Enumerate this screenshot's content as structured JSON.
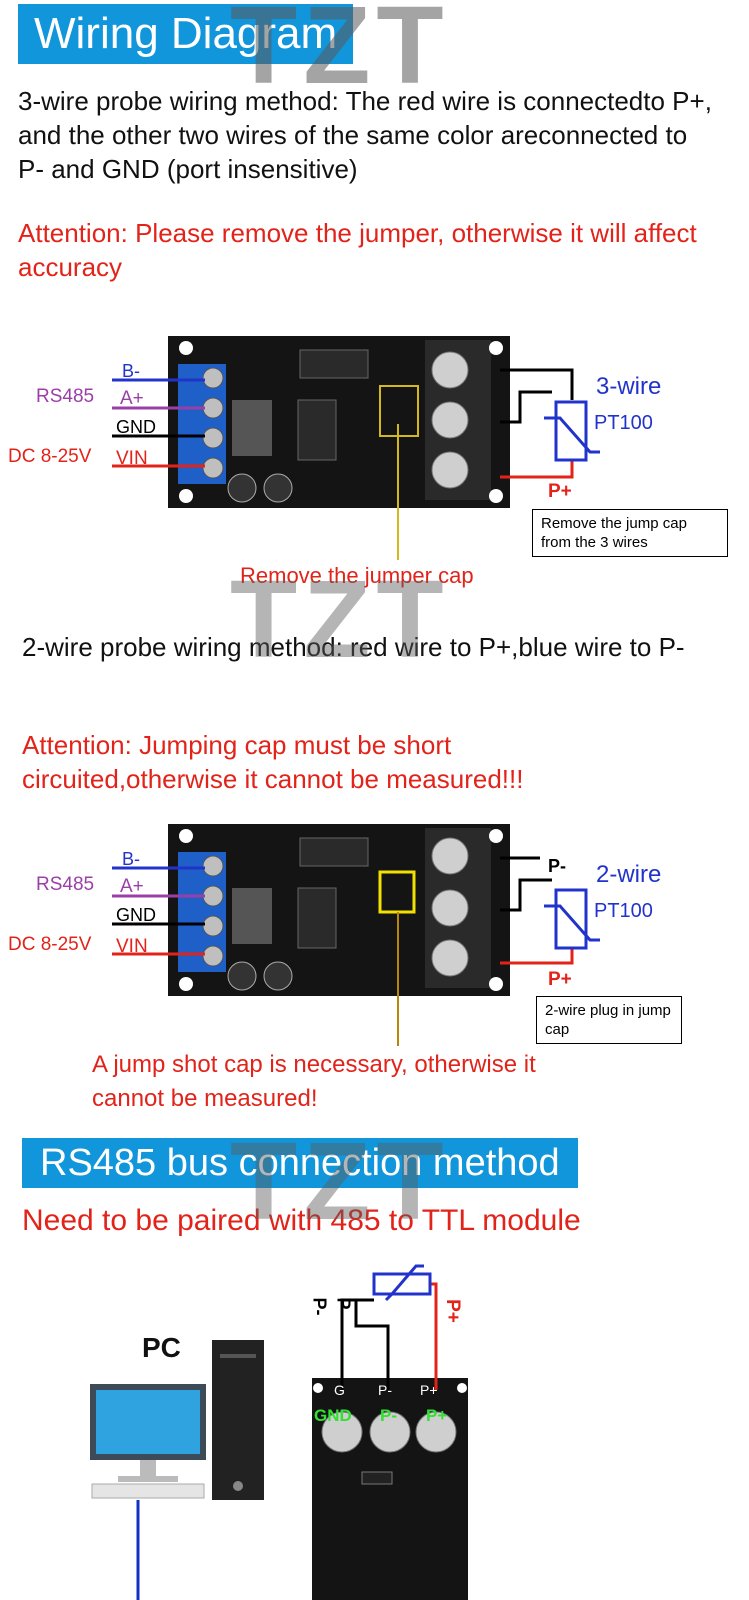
{
  "watermark": {
    "brand": "TZT"
  },
  "section1": {
    "banner_title": "Wiring Diagram",
    "description": "3-wire probe wiring method: The red wire is connectedto P+, and the other two wires of the same color areconnected to P- and GND (port insensitive)",
    "attention": "Attention: Please remove the jumper, otherwise it will affect accuracy"
  },
  "diagram1": {
    "labels": {
      "b_minus": "B-",
      "rs485": "RS485",
      "a_plus": "A+",
      "gnd": "GND",
      "dc": "DC 8-25V",
      "vin": "VIN"
    },
    "wire_type": "3-wire",
    "sensor": "PT100",
    "p_plus": "P+",
    "note": "Remove the jump cap from the 3 wires",
    "callout": "Remove the jumper cap"
  },
  "section2": {
    "description": "2-wire probe wiring method: red wire to P+,blue wire to P-",
    "attention": "Attention: Jumping cap must be short circuited,otherwise it cannot be measured!!!"
  },
  "diagram2": {
    "labels": {
      "b_minus": "B-",
      "rs485": "RS485",
      "a_plus": "A+",
      "gnd": "GND",
      "dc": "DC 8-25V",
      "vin": "VIN"
    },
    "p_minus": "P-",
    "wire_type": "2-wire",
    "sensor": "PT100",
    "p_plus": "P+",
    "note": "2-wire plug in jump cap",
    "callout": "A jump shot cap is necessary, otherwise it cannot be measured!"
  },
  "section3": {
    "banner_title": "RS485 bus connection method",
    "subtitle": "Need to be paired with 485 to TTL module"
  },
  "diagram3": {
    "pc_label": "PC",
    "wire_labels": [
      "P-",
      "P-",
      "P+"
    ],
    "terminal_labels": [
      "GND",
      "P-",
      "P+"
    ],
    "board_labels": [
      "G",
      "P-",
      "P+"
    ]
  },
  "colors": {
    "banner": "#1296db",
    "warning": "#e2231a",
    "accent_blue": "#2233cc",
    "purple": "#9b3fa8"
  }
}
